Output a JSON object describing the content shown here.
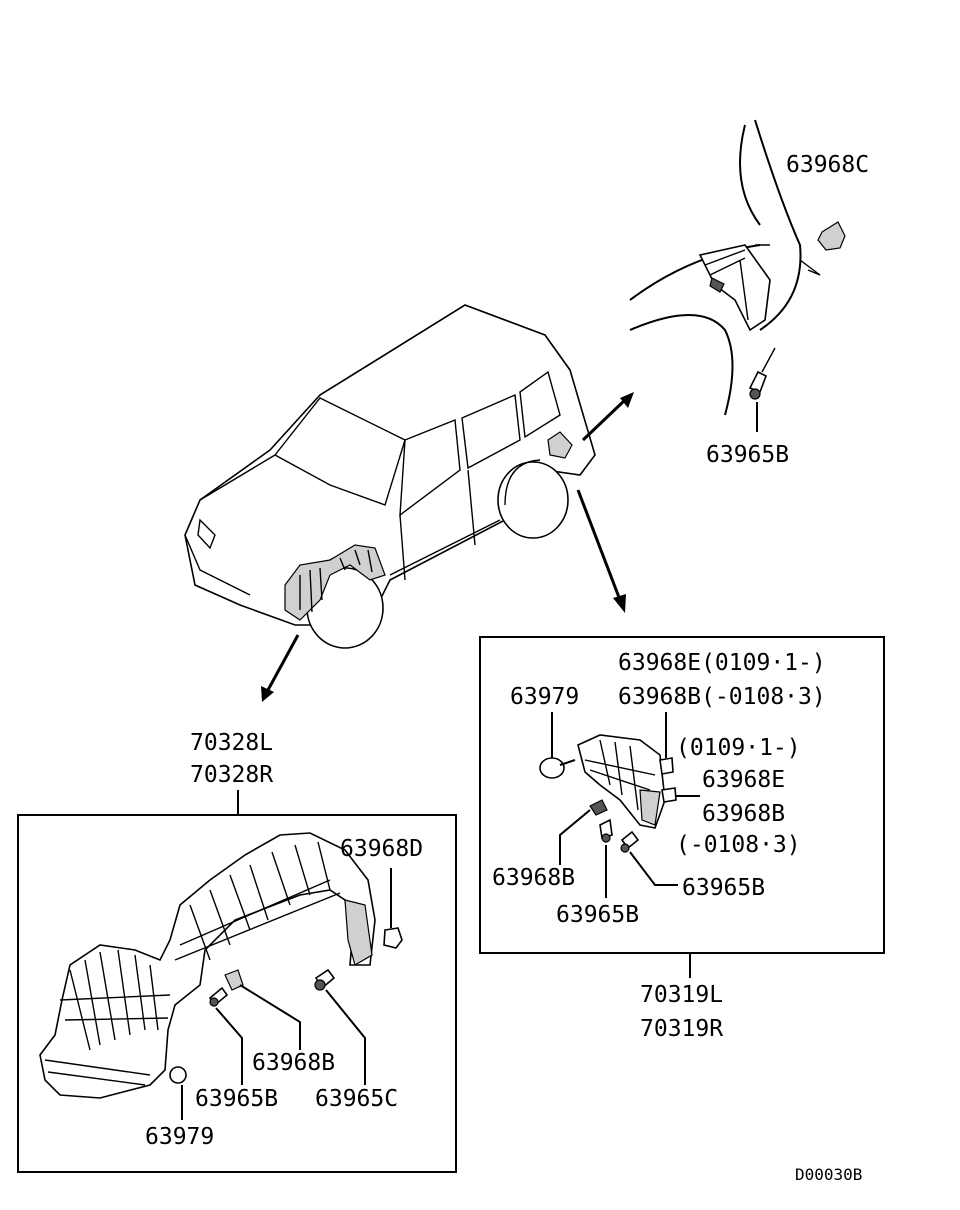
{
  "diagram_id": "D00030B",
  "callouts": {
    "top_clip": "63968C",
    "top_screw": "63965B",
    "front_liner_l": "70328L",
    "front_liner_r": "70328R",
    "front_clip_d": "63968D",
    "front_nut_b": "63968B",
    "front_screw_b": "63965B",
    "front_screw_c": "63965C",
    "front_rivet": "63979",
    "rear_clip_e_1": "63968E(0109·1-)",
    "rear_clip_b_1": "63968B(-0108·3)",
    "rear_rivet": "63979",
    "rear_range_e": "(0109·1-)",
    "rear_clip_e_2": "63968E",
    "rear_clip_b_2": "63968B",
    "rear_range_b": "(-0108·3)",
    "rear_nut_b": "63968B",
    "rear_screw_b1": "63965B",
    "rear_screw_b2": "63965B",
    "rear_liner_l": "70319L",
    "rear_liner_r": "70319R"
  }
}
